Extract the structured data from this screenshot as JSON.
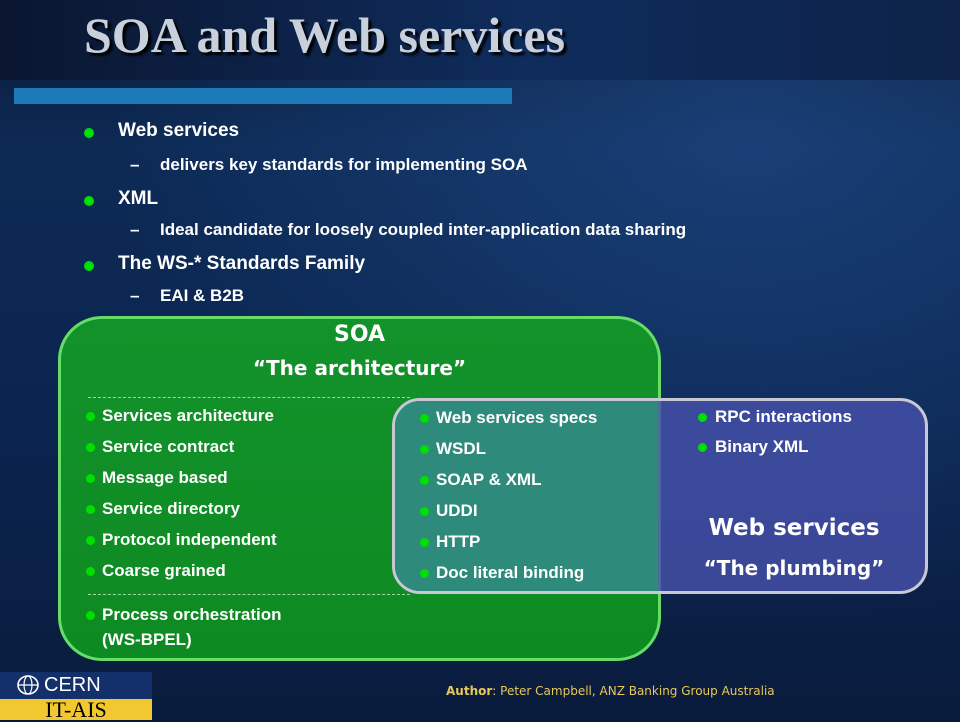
{
  "slide": {
    "title": "SOA and Web services",
    "bullets": [
      {
        "text": "Web services",
        "sub": "delivers key standards for implementing SOA"
      },
      {
        "text": "XML",
        "sub": "Ideal candidate for loosely coupled inter-application data sharing"
      },
      {
        "text": "The WS-* Standards Family",
        "sub": "EAI & B2B"
      }
    ],
    "dash": "–"
  },
  "diagram": {
    "soa": {
      "title": "SOA",
      "subtitle": "“The architecture”",
      "items": [
        "Services architecture",
        "Service contract",
        "Message based",
        "Service directory",
        "Protocol independent",
        "Coarse grained"
      ],
      "extra_line1": "Process orchestration",
      "extra_line2": "(WS-BPEL)"
    },
    "overlap_items": [
      "Web services specs",
      "WSDL",
      "SOAP & XML",
      "UDDI",
      "HTTP",
      "Doc literal binding"
    ],
    "web_services": {
      "items": [
        "RPC interactions",
        "Binary XML"
      ],
      "title": "Web services",
      "subtitle": "“The plumbing”"
    }
  },
  "footer": {
    "logo_text": "CERN",
    "dept": "IT-AIS",
    "author_label": "Author",
    "author_text": ": Peter Campbell, ANZ Banking Group Australia"
  },
  "colors": {
    "bullet": "#00e000",
    "soa_fill": "#13922b",
    "ws_fill": "#4650aa",
    "overlap_fill": "#2e8a7a",
    "accent_bar": "#1d7ab8"
  }
}
